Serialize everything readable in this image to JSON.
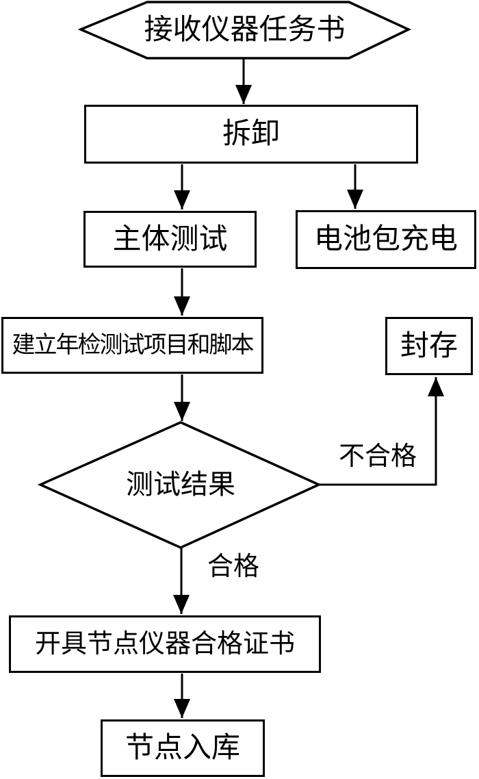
{
  "colors": {
    "background": "#ffffff",
    "line": "#000000",
    "text": "#000000"
  },
  "nodes": {
    "receive_task": {
      "label": "接收仪器任务书",
      "shape": "hexagon"
    },
    "disassemble": {
      "label": "拆卸",
      "shape": "rectangle"
    },
    "main_body_test": {
      "label": "主体测试",
      "shape": "rectangle"
    },
    "battery_pack_charge": {
      "label": "电池包充电",
      "shape": "rectangle"
    },
    "build_test_items": {
      "label": "建立年检测试项目和脚本",
      "shape": "rectangle"
    },
    "seal_storage": {
      "label": "封存",
      "shape": "rectangle"
    },
    "test_result": {
      "label": "测试结果",
      "shape": "diamond"
    },
    "issue_certificate": {
      "label": "开具节点仪器合格证书",
      "shape": "rectangle"
    },
    "node_warehouse": {
      "label": "节点入库",
      "shape": "rectangle"
    }
  },
  "edge_labels": {
    "fail": "不合格",
    "pass": "合格"
  }
}
